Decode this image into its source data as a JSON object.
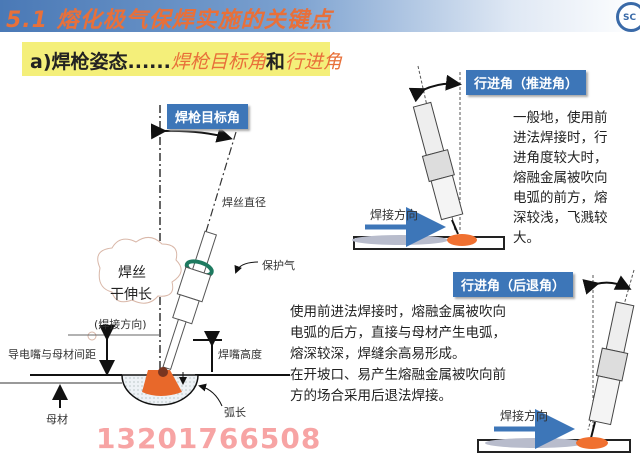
{
  "header": {
    "title": "5.1 熔化极气保焊实施的关键点",
    "logo_text": "SC"
  },
  "subtitle": {
    "prefix": "a)焊枪姿态......",
    "part1": "焊枪目标角",
    "connector": "和",
    "part2": "行进角"
  },
  "left_diagram": {
    "angle_label": "焊枪目标角",
    "wire_diameter": "焊丝直径",
    "shield_gas": "保护气",
    "stickout_line1": "焊丝",
    "stickout_line2": "干伸长",
    "direction": "(焊接方向)",
    "tip_to_work": "导电嘴与母材间距",
    "nozzle_height": "焊嘴高度",
    "base_metal": "母材",
    "arc_length": "弧长"
  },
  "push": {
    "label": "行进角（推进角）",
    "direction": "焊接方向",
    "text_lines": [
      "一般地，使用前",
      "进法焊接时，行",
      "进角度较大时，",
      "熔融金属被吹向",
      "电弧的前方，熔",
      "深较浅，飞溅较",
      "大。"
    ]
  },
  "drag": {
    "label": "行进角（后退角）",
    "direction": "焊接方向",
    "text_lines": [
      "使用前进法焊接时，熔融金属被吹向",
      "电弧的后方，直接与母材产生电弧，",
      "熔深较深，焊缝余高易形成。",
      "在开坡口、易产生熔融金属被吹向前",
      "方的场合采用后退法焊接。"
    ]
  },
  "watermark": "13201766508",
  "colors": {
    "accent": "#e8703a",
    "label_bg": "#3d76b8",
    "highlight": "#f4ef7a"
  }
}
